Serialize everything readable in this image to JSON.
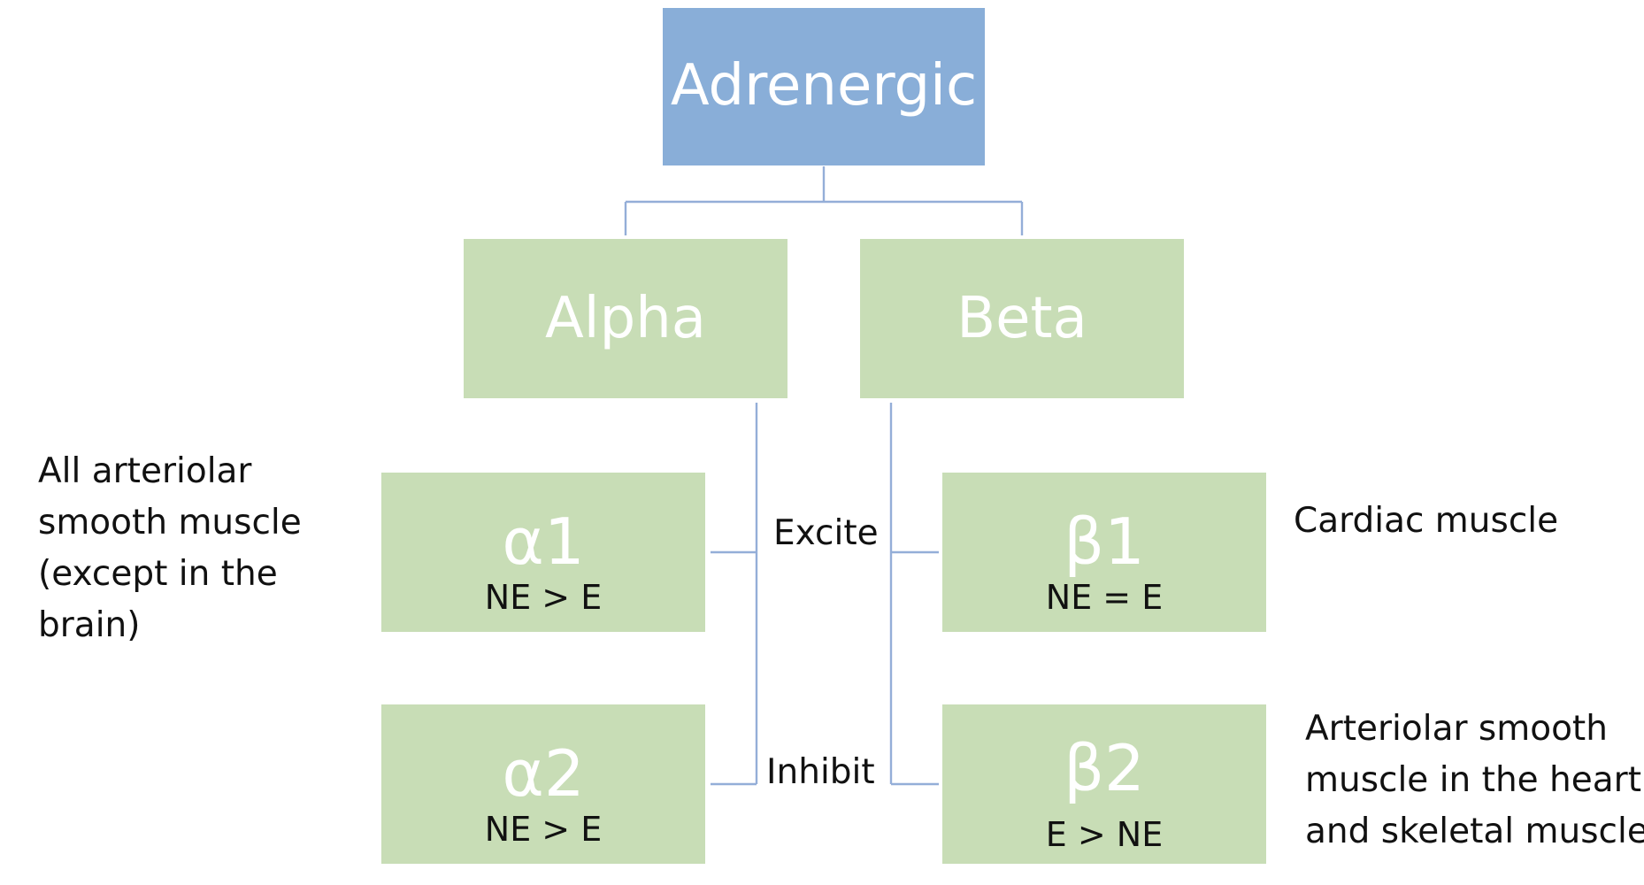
{
  "diagram": {
    "root": {
      "label": "Adrenergic"
    },
    "alpha": {
      "label": "Alpha"
    },
    "beta": {
      "label": "Beta"
    },
    "alpha1": {
      "label": "α1",
      "ratio": "NE > E"
    },
    "alpha2": {
      "label": "α2",
      "ratio": "NE > E"
    },
    "beta1": {
      "label": "β1",
      "ratio": "NE = E"
    },
    "beta2": {
      "label": "β2",
      "ratio": "E > NE"
    },
    "excite_label": "Excite",
    "inhibit_label": "Inhibit",
    "notes": {
      "alpha1": [
        "All arteriolar",
        "smooth muscle",
        "(except in the",
        "brain)"
      ],
      "beta1": [
        "Cardiac muscle"
      ],
      "beta2": [
        "Arteriolar smooth",
        "muscle in the heart",
        "and skeletal muscle"
      ]
    },
    "colors": {
      "root_fill": "#89aed8",
      "node_fill": "#c8ddb6",
      "connector": "#94aed8",
      "node_text": "#ffffff",
      "label_text": "#111111"
    }
  }
}
